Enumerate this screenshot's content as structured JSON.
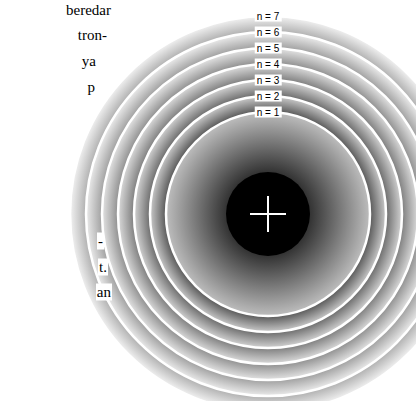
{
  "diagram": {
    "labels": [
      "n = 7",
      "n = 6",
      "n = 5",
      "n = 4",
      "n = 3",
      "n = 2",
      "n = 1",
      "beredar",
      "tron-",
      "ya",
      "p",
      "-",
      "t.",
      "an"
    ]
  }
}
